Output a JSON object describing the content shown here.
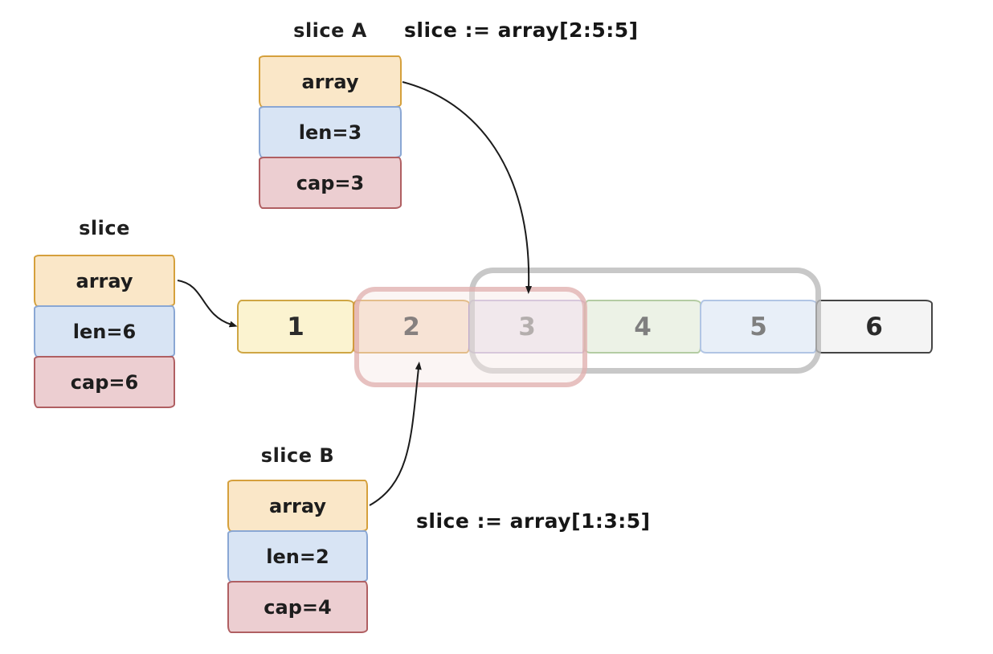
{
  "diagram": {
    "labels": {
      "main": "slice",
      "a": "slice A",
      "b": "slice B"
    },
    "expressions": {
      "a": "slice := array[2:5:5]",
      "b": "slice := array[1:3:5]"
    },
    "structs": {
      "main": {
        "fields": [
          "array",
          "len=6",
          "cap=6"
        ]
      },
      "a": {
        "fields": [
          "array",
          "len=3",
          "cap=3"
        ]
      },
      "b": {
        "fields": [
          "array",
          "len=2",
          "cap=4"
        ]
      }
    },
    "array_cells": [
      {
        "value": "1",
        "fill": "#fbf3d0",
        "border": "#cfa644"
      },
      {
        "value": "2",
        "fill": "#f8dfc7",
        "border": "#d3993f"
      },
      {
        "value": "3",
        "fill": "#e2d7e8",
        "border": "#9173b4"
      },
      {
        "value": "4",
        "fill": "#dfe9d6",
        "border": "#83aa67"
      },
      {
        "value": "5",
        "fill": "#d9e4f3",
        "border": "#7e9ed2"
      },
      {
        "value": "6",
        "fill": "#f4f4f4",
        "border": "#454545"
      }
    ],
    "field_colors": {
      "array": {
        "fill": "#fae7c8",
        "border": "#d5a03c"
      },
      "len": {
        "fill": "#d8e4f4",
        "border": "#8aa7d4"
      },
      "cap": {
        "fill": "#ecced1",
        "border": "#b05f62"
      }
    },
    "overlays": {
      "pink": {
        "stroke": "rgba(219,166,164,0.65)",
        "fill": "rgba(247,233,230,0.45)"
      },
      "gray": {
        "stroke": "rgba(170,170,170,0.65)",
        "fill": "rgba(255,255,255,0.40)"
      }
    },
    "arrow_color": "#1b1b1b"
  }
}
